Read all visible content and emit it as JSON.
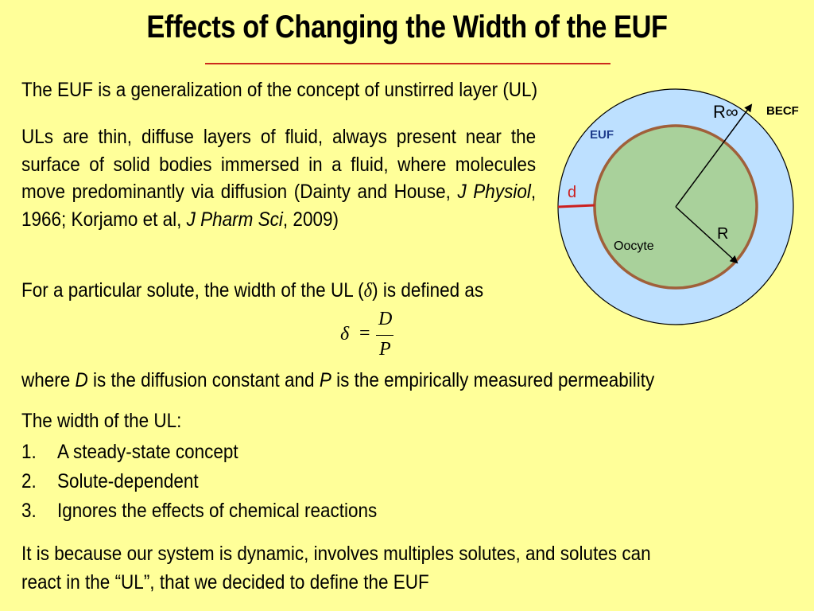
{
  "title": "Effects of Changing the Width of the EUF",
  "intro": "The EUF is a generalization of the concept of unstirred layer (UL)",
  "ul_paragraph": {
    "part1": "ULs are thin, diffuse layers of fluid, always present near the surface of solid bodies immersed in a fluid, where molecules move predominantly via diffusion (Dainty and House, ",
    "journal1": "J Physiol",
    "part2": ", 1966; Korjamo et al, ",
    "journal2": "J Pharm Sci",
    "part3": ", 2009)"
  },
  "width_def": {
    "before": "For a particular solute, the width of the UL (",
    "symbol": "δ",
    "after": ") is defined as"
  },
  "equation": {
    "lhs": "δ",
    "equals": "=",
    "numerator": "D",
    "denominator": "P"
  },
  "where_line": {
    "w1": "where ",
    "d": "D",
    "w2": " is the diffusion constant and ",
    "p": "P",
    "w3": " is the empirically measured permeability"
  },
  "list": {
    "heading": "The width of the UL:",
    "items": [
      {
        "num": "1.",
        "text": "A steady-state concept"
      },
      {
        "num": "2.",
        "text": "Solute-dependent"
      },
      {
        "num": "3.",
        "text": "Ignores the effects of chemical reactions"
      }
    ]
  },
  "conclusion": {
    "line1": "It is because our system is dynamic, involves multiples solutes, and solutes can",
    "line2": "react in the “UL”, that we decided to define the EUF"
  },
  "diagram": {
    "becf": "BECF",
    "euf": "EUF",
    "r_inf": "R∞",
    "r": "R",
    "d": "d",
    "oocyte": "Oocyte",
    "colors": {
      "outer_fill": "#bde0ff",
      "inner_fill": "#a9d19b",
      "inner_stroke": "#a0603a",
      "d_color": "#cc1f1f",
      "euf_color": "#1d3b8c",
      "background": "#ffff99"
    }
  }
}
